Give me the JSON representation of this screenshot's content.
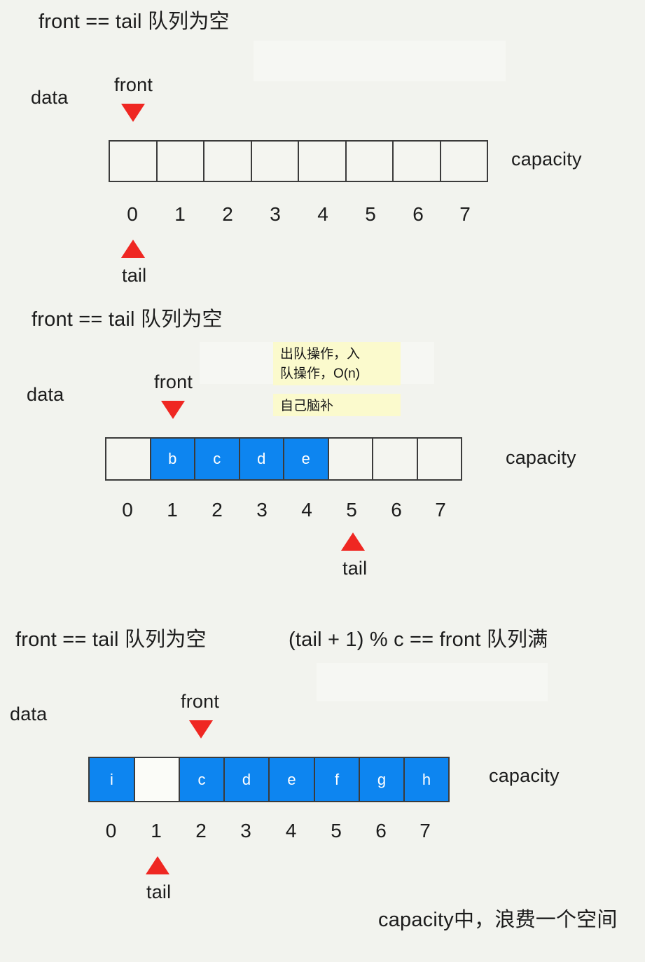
{
  "meta": {
    "title": "Circular queue (loop queue) illustration",
    "background_color": "#f2f3ee",
    "filled_cell_color": "#0d85f0",
    "pointer_color": "#ef2722",
    "note_color": "#fbfacd"
  },
  "labels": {
    "data": "data",
    "capacity": "capacity",
    "front": "front",
    "tail": "tail"
  },
  "indices": [
    "0",
    "1",
    "2",
    "3",
    "4",
    "5",
    "6",
    "7"
  ],
  "sections": [
    {
      "id": "empty-queue",
      "heading": "front == tail 队列为空",
      "data_label": "data",
      "capacity_label": "capacity",
      "front_label": "front",
      "tail_label": "tail",
      "front_index": 0,
      "tail_index": 0,
      "cells": [
        {
          "value": "",
          "filled": false
        },
        {
          "value": "",
          "filled": false
        },
        {
          "value": "",
          "filled": false
        },
        {
          "value": "",
          "filled": false
        },
        {
          "value": "",
          "filled": false
        },
        {
          "value": "",
          "filled": false
        },
        {
          "value": "",
          "filled": false
        },
        {
          "value": "",
          "filled": false
        }
      ]
    },
    {
      "id": "partially-filled-queue",
      "heading": "front == tail 队列为空",
      "data_label": "data",
      "capacity_label": "capacity",
      "front_label": "front",
      "tail_label": "tail",
      "front_index": 1,
      "tail_index": 5,
      "notes": [
        "出队操作，入\n队操作，O(n)",
        "自己脑补"
      ],
      "note_1_line_1": "出队操作，入",
      "note_1_line_2": "队操作，O(n)",
      "note_2": "自己脑补",
      "cells": [
        {
          "value": "",
          "filled": false
        },
        {
          "value": "b",
          "filled": true
        },
        {
          "value": "c",
          "filled": true
        },
        {
          "value": "d",
          "filled": true
        },
        {
          "value": "e",
          "filled": true
        },
        {
          "value": "",
          "filled": false
        },
        {
          "value": "",
          "filled": false
        },
        {
          "value": "",
          "filled": false
        }
      ]
    },
    {
      "id": "full-queue",
      "heading": "front == tail 队列为空",
      "heading_right": "(tail + 1) % c == front 队列满",
      "data_label": "data",
      "capacity_label": "capacity",
      "front_label": "front",
      "tail_label": "tail",
      "front_index": 2,
      "tail_index": 1,
      "footer": "capacity中，浪费一个空间",
      "cells": [
        {
          "value": "i",
          "filled": true
        },
        {
          "value": "",
          "filled": false
        },
        {
          "value": "c",
          "filled": true
        },
        {
          "value": "d",
          "filled": true
        },
        {
          "value": "e",
          "filled": true
        },
        {
          "value": "f",
          "filled": true
        },
        {
          "value": "g",
          "filled": true
        },
        {
          "value": "h",
          "filled": true
        }
      ]
    }
  ]
}
